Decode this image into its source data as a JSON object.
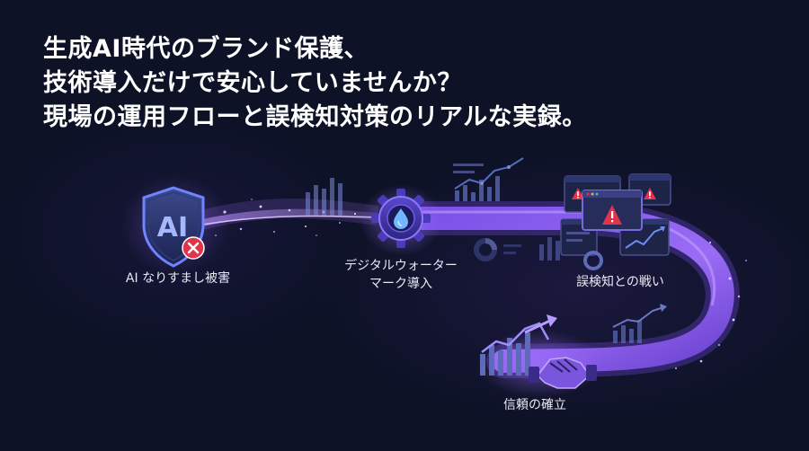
{
  "headline": {
    "line1": "生成AI時代のブランド保護、",
    "line2": "技術導入だけで安心していませんか？",
    "line3": "現場の運用フローと誤検知対策のリアルな実録。"
  },
  "steps": {
    "impersonation": {
      "label": "AI なりすまし被害",
      "icon": "shield-ai-x-icon"
    },
    "watermark": {
      "label_line1": "デジタルウォーター",
      "label_line2": "マーク導入",
      "icon": "gear-droplet-icon"
    },
    "false_positive": {
      "label": "誤検知との戦い",
      "icon": "alert-windows-icon"
    },
    "trust": {
      "label": "信頼の確立",
      "icon": "handshake-growth-icon"
    }
  },
  "colors": {
    "background": "#0d1226",
    "accent_purple": "#8a5cf0",
    "alert_red": "#e0344a",
    "shield_blue": "#4a6ad8"
  }
}
